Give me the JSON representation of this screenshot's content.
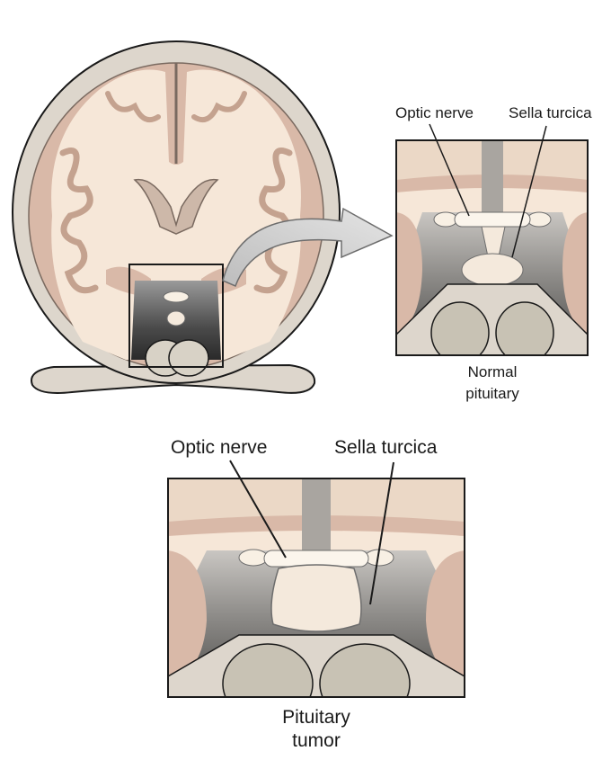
{
  "inset_normal": {
    "label_optic": "Optic nerve",
    "label_sella": "Sella turcica",
    "caption_line1": "Normal",
    "caption_line2": "pituitary"
  },
  "inset_tumor": {
    "label_optic": "Optic nerve",
    "label_sella": "Sella turcica",
    "caption_line1": "Pituitary",
    "caption_line2": "tumor"
  },
  "colors": {
    "skull": "#ddd6cc",
    "brain_white": "#f6e7d8",
    "brain_gray": "#d9b9a8",
    "ventricle": "#5c5c5c",
    "pituitary": "#f4e9dc",
    "optic": "#f8f0e4",
    "arrow": "#d4d4d4",
    "outline": "#1a1a1a"
  }
}
